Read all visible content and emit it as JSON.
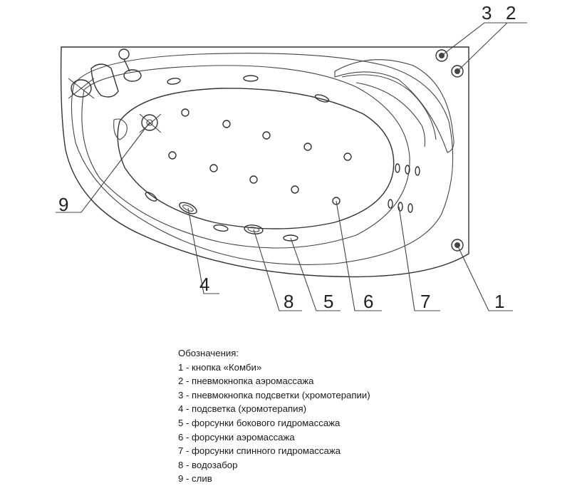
{
  "callouts": [
    "1",
    "2",
    "3",
    "4",
    "5",
    "6",
    "7",
    "8",
    "9"
  ],
  "legend": {
    "title": "Обозначения:",
    "items": [
      "1 - кнопка «Комби»",
      "2 - пневмокнопка аэромассажа",
      "3 - пневмокнопка подсветки (хромотерапии)",
      "4 - подсветка (хромотерапия)",
      "5 - форсунки бокового гидромассажа",
      "6 - форсунки аэромассажа",
      "7 - форсунки спинного гидромассажа",
      "8 - водозабор",
      "9 - слив"
    ]
  }
}
